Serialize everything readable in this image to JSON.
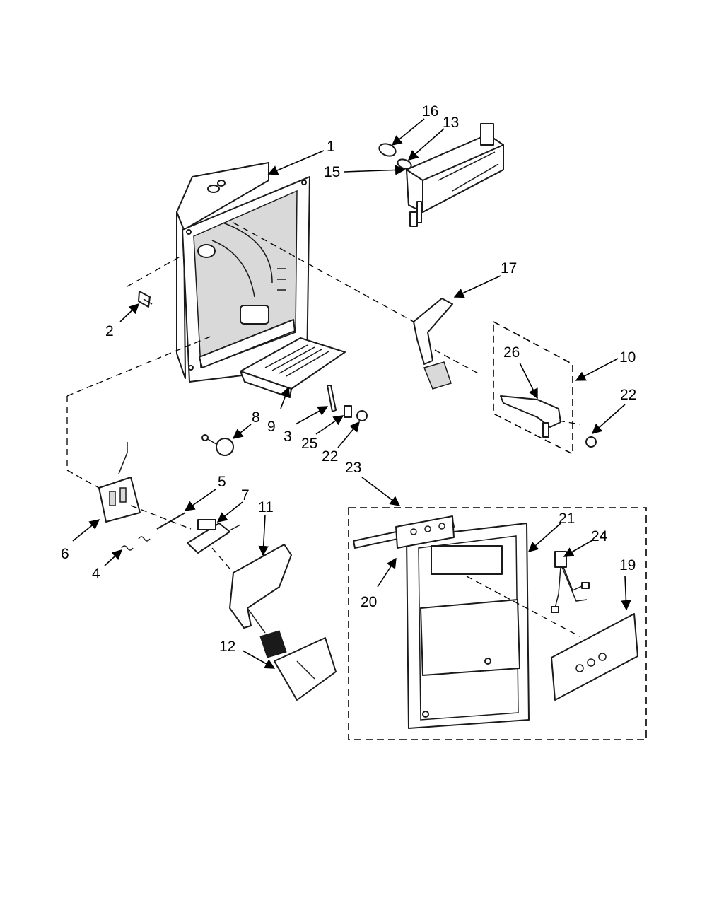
{
  "callouts": {
    "c1": "1",
    "c2": "2",
    "c3": "3",
    "c4": "4",
    "c5": "5",
    "c6": "6",
    "c7": "7",
    "c8": "8",
    "c9": "9",
    "c10": "10",
    "c11": "11",
    "c12": "12",
    "c13": "13",
    "c15": "15",
    "c16": "16",
    "c17": "17",
    "c19": "19",
    "c20": "20",
    "c21": "21",
    "c22a": "22",
    "c22b": "22",
    "c23": "23",
    "c24": "24",
    "c25": "25",
    "c26": "26"
  },
  "colors": {
    "line": "#1a1a1a",
    "background": "#ffffff"
  }
}
